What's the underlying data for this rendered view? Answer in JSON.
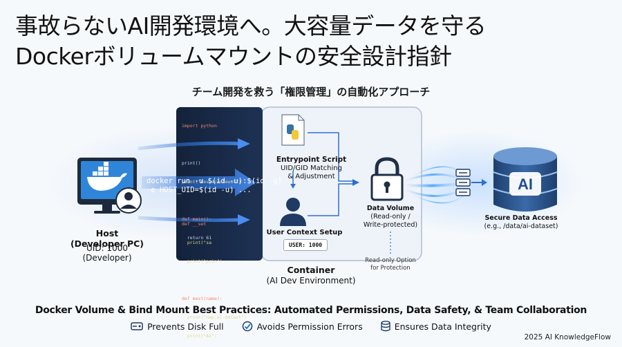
{
  "title_line1": "事故らないAI開発環境へ。大容量データを守る",
  "title_line2": "Dockerボリュームマウントの安全設計指針",
  "subtitle": "チーム開発を救う「権限管理」の自動化アプローチ",
  "code": {
    "lines": [
      "import python",
      "",
      "print()",
      "print(\"Eev-ecentewst\")",
      "",
      "def main():",
      "  return 61",
      "",
      "",
      "",
      "",
      "",
      "",
      "",
      "def __set",
      "  print(\"sa",
      "  print(\"prin\")",
      "",
      "def mest(name):",
      "  print(\"nap.ai-datast\")",
      "  print(\"AI\")"
    ],
    "command_line1": "docker run -u $(id -u):$(id -g)",
    "command_line2": "-e HOST_UID=$(id -u) ..."
  },
  "host": {
    "title_line1": "Host",
    "title_line2": "(Developer PC)",
    "uid": "UID: 1000",
    "role": "(Developer)"
  },
  "entrypoint": {
    "title": "Entrypoint Script",
    "line1": "UID/GID Matching",
    "line2": "& Adjustment"
  },
  "user_context": {
    "title": "User Context Setup",
    "badge": "USER: 1000"
  },
  "container": {
    "title": "Container",
    "sub": "(AI Dev Environment)"
  },
  "data_volume": {
    "title": "Data Volume",
    "line1": "(Read-only /",
    "line2": "Write-protected)"
  },
  "readonly_note": {
    "line1": "Read-only Option",
    "line2": "for Protection"
  },
  "secure_access": {
    "title": "Secure Data Access",
    "path": "(e.g., /data/ai-dataset)"
  },
  "ai_label": "AI",
  "bottom_title": "Docker Volume & Bind Mount Best Practices: Automated Permissions, Data Safety, & Team Collaboration",
  "features": [
    {
      "icon": "disk-icon",
      "label": "Prevents Disk Full"
    },
    {
      "icon": "check-shield-icon",
      "label": "Avoids Permission Errors"
    },
    {
      "icon": "database-icon",
      "label": "Ensures Data Integrity"
    }
  ],
  "copyright": "2025 AI KnowledgeFlow",
  "colors": {
    "accent": "#1f6fd6",
    "dark_panel": "#172844",
    "docker_blue": "#2a7fd4"
  }
}
